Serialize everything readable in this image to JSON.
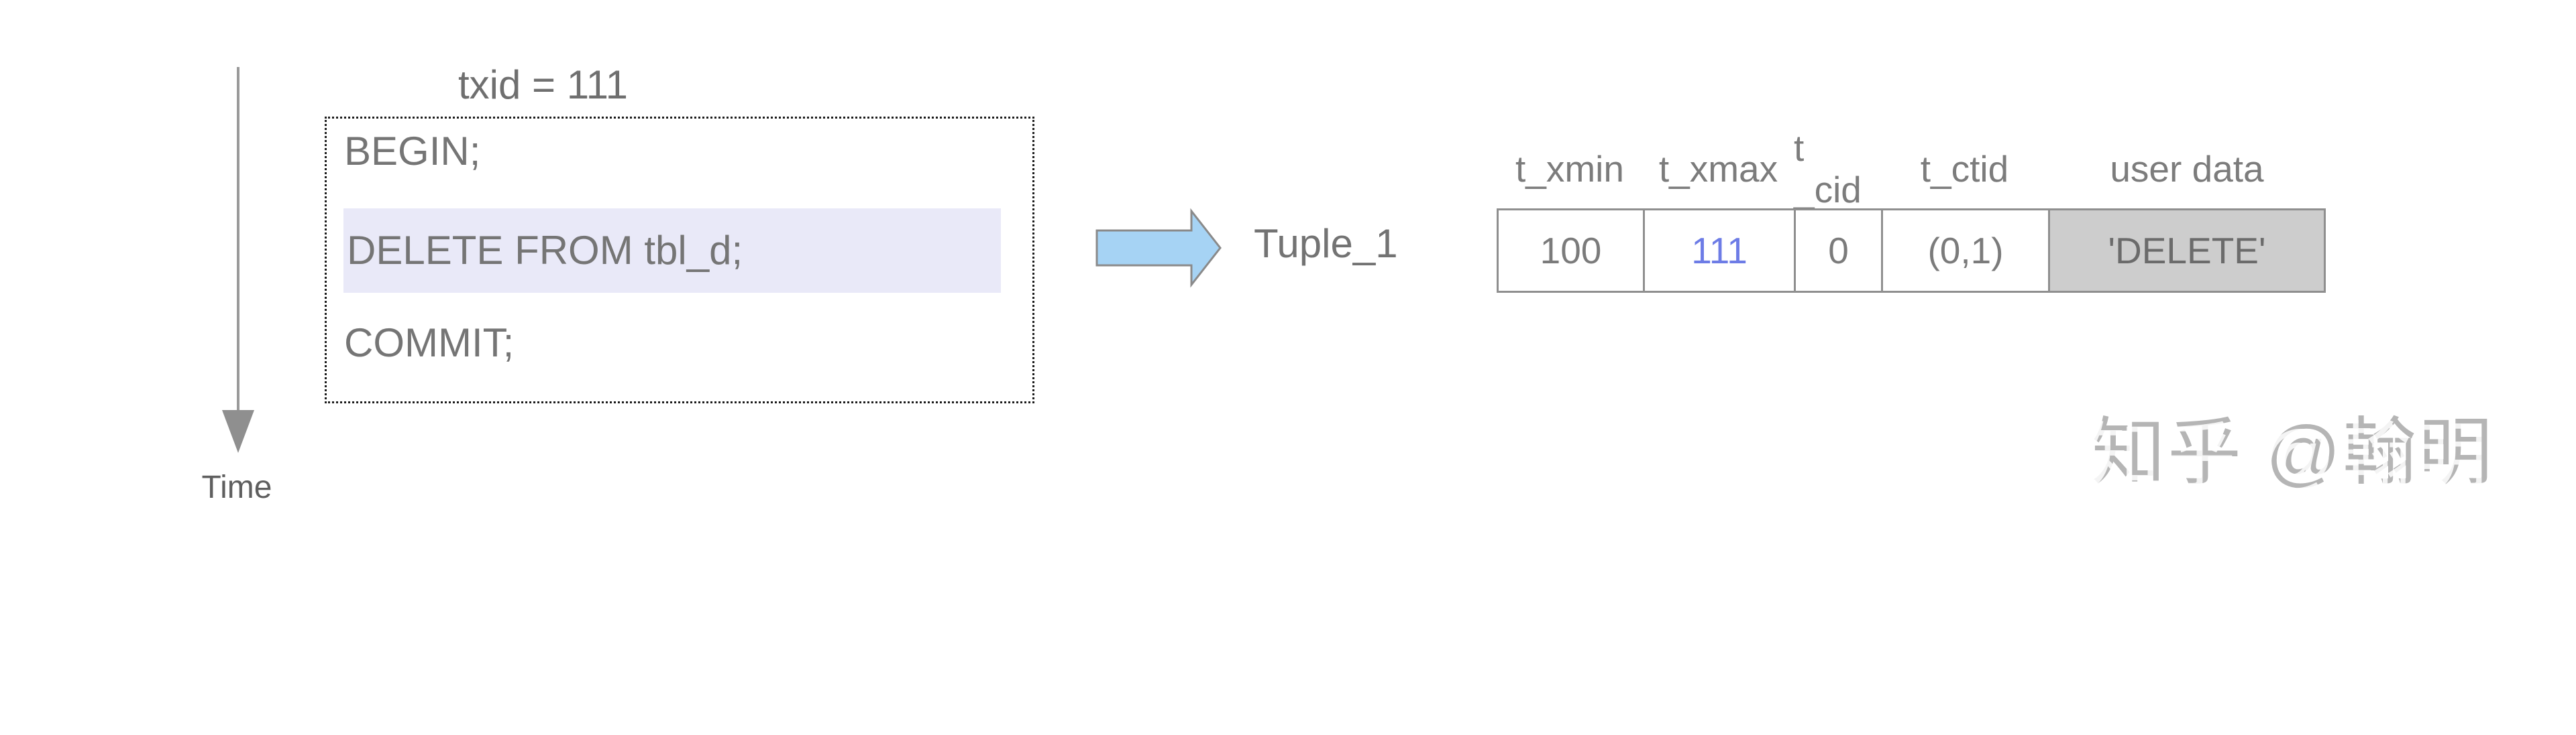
{
  "page": {
    "background": "#ffffff"
  },
  "time_axis": {
    "label": "Time"
  },
  "transaction": {
    "txid_label": "txid = 111",
    "statements": [
      {
        "text": "BEGIN;",
        "highlighted": false
      },
      {
        "text": "DELETE FROM tbl_d;",
        "highlighted": true
      },
      {
        "text": "COMMIT;",
        "highlighted": false
      }
    ],
    "highlight_color": "#e9e9f8"
  },
  "arrow": {
    "fill": "#a6d3f4",
    "stroke": "#8a8a8a",
    "direction": "right"
  },
  "tuple": {
    "name": "Tuple_1",
    "columns": [
      "t_xmin",
      "t_xmax",
      "t _cid",
      "t_ctid",
      "user data"
    ],
    "values": [
      "100",
      "111",
      "0",
      "(0,1)",
      "'DELETE'"
    ],
    "xmax_value_color": "#6d7ce6",
    "user_data_bg": "#cdcdcd"
  },
  "colors": {
    "text_gray": "#757575",
    "border_gray": "#8f8f8f",
    "axis_gray": "#9a9a9a"
  },
  "watermark": {
    "text": "知乎 @翰明"
  }
}
